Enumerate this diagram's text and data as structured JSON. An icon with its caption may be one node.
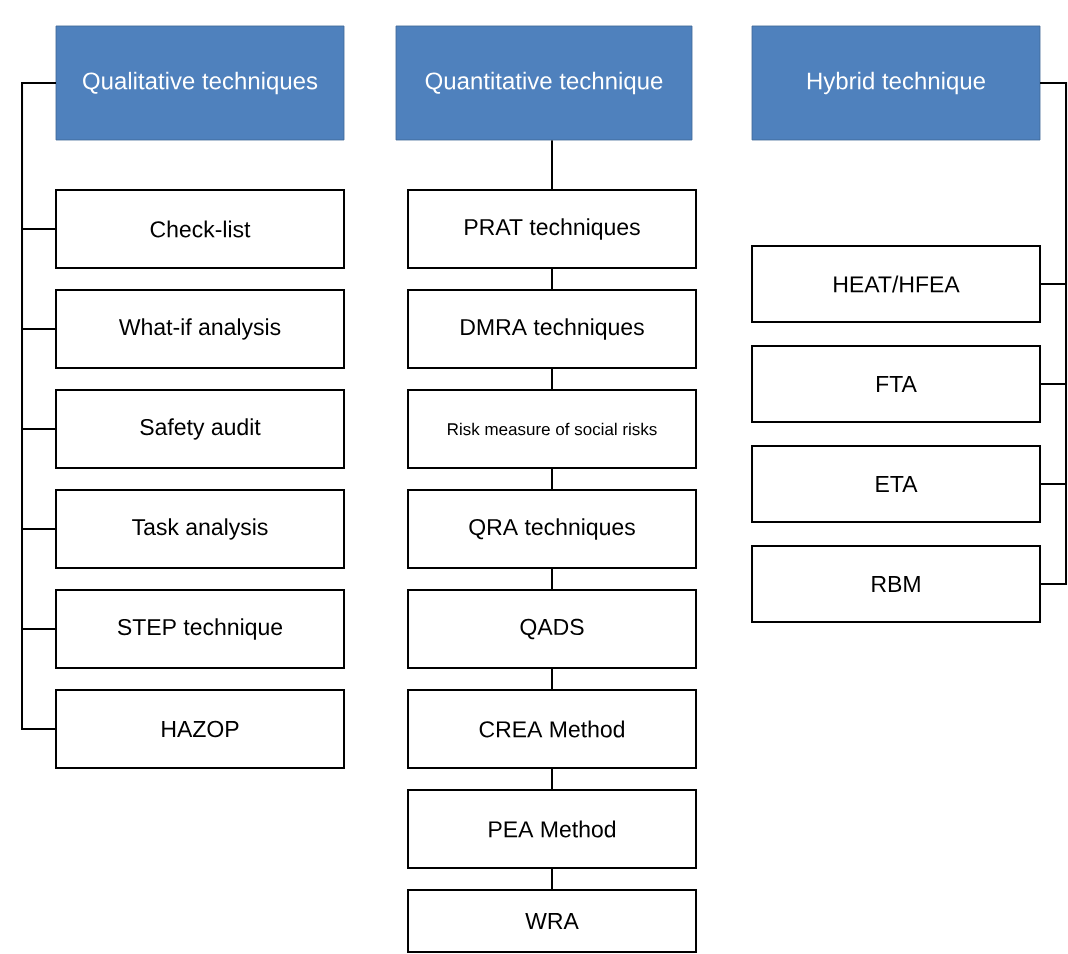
{
  "diagram": {
    "nodes": [
      {
        "text": [
          "Qualitative techniques"
        ]
      },
      {
        "text": [
          "Quantitative technique"
        ]
      },
      {
        "text": [
          "Hybrid technique"
        ]
      },
      {
        "text": [
          "Check-list"
        ]
      },
      {
        "text": [
          "What-if analysis"
        ]
      },
      {
        "text": [
          "Safety audit"
        ]
      },
      {
        "text": [
          "Task analysis"
        ]
      },
      {
        "text": [
          "STEP technique"
        ]
      },
      {
        "text": [
          "HAZOP"
        ]
      },
      {
        "text": [
          "PRAT techniques"
        ]
      },
      {
        "text": [
          "DMRA techniques"
        ]
      },
      {
        "text": [
          "Risk measure  of social risks"
        ]
      },
      {
        "text": [
          "QRA techniques"
        ]
      },
      {
        "text": [
          "QADS"
        ]
      },
      {
        "text": [
          "CREA Method"
        ]
      },
      {
        "text": [
          "PEA Method"
        ]
      },
      {
        "text": [
          "WRA"
        ]
      },
      {
        "text": [
          "HEAT/HFEA"
        ]
      },
      {
        "text": [
          "FTA"
        ]
      },
      {
        "text": [
          "ETA"
        ]
      },
      {
        "text": [
          "RBM"
        ]
      }
    ],
    "edges": [
      {
        "from": 0,
        "to": 3,
        "arrow": "none"
      },
      {
        "from": 0,
        "to": 4,
        "arrow": "none"
      },
      {
        "from": 0,
        "to": 5,
        "arrow": "none"
      },
      {
        "from": 0,
        "to": 6,
        "arrow": "none"
      },
      {
        "from": 0,
        "to": 7,
        "arrow": "none"
      },
      {
        "from": 0,
        "to": 8,
        "arrow": "none"
      },
      {
        "from": 1,
        "to": 9,
        "arrow": "none"
      },
      {
        "from": 9,
        "to": 10,
        "arrow": "none"
      },
      {
        "from": 10,
        "to": 11,
        "arrow": "none"
      },
      {
        "from": 11,
        "to": 12,
        "arrow": "none"
      },
      {
        "from": 12,
        "to": 13,
        "arrow": "none"
      },
      {
        "from": 13,
        "to": 14,
        "arrow": "none"
      },
      {
        "from": 14,
        "to": 15,
        "arrow": "none"
      },
      {
        "from": 15,
        "to": 16,
        "arrow": "none"
      },
      {
        "from": 2,
        "to": 17,
        "arrow": "none"
      },
      {
        "from": 2,
        "to": 18,
        "arrow": "none"
      },
      {
        "from": 2,
        "to": 19,
        "arrow": "none"
      },
      {
        "from": 2,
        "to": 20,
        "arrow": "none"
      }
    ]
  }
}
